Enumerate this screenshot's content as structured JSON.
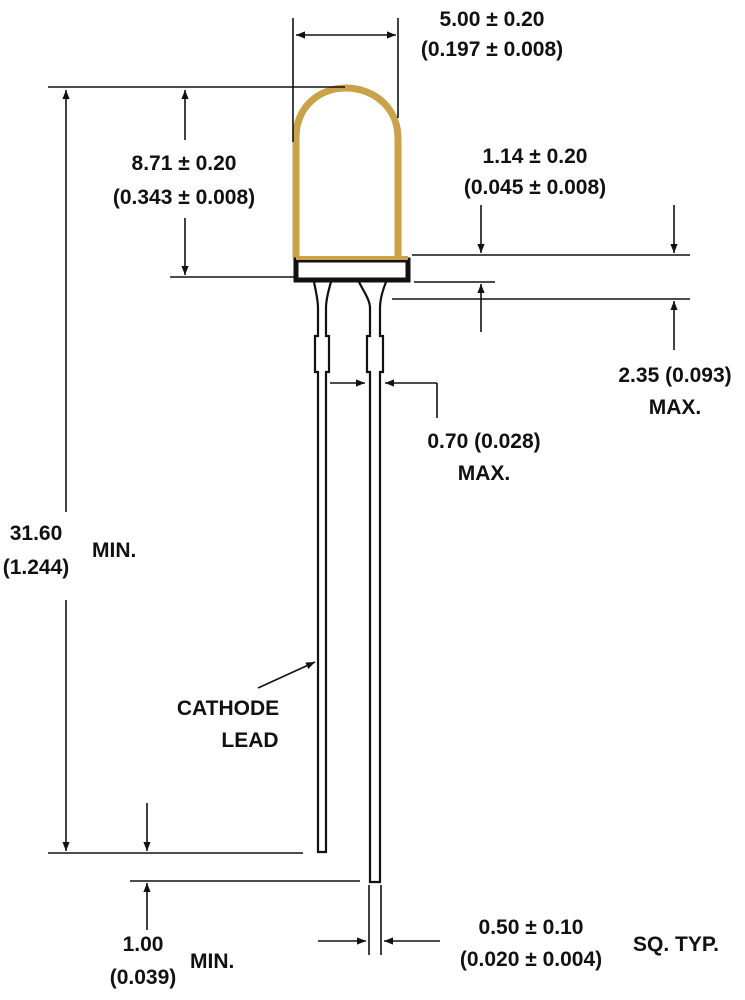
{
  "dimensions": {
    "body_width": {
      "metric": "5.00 ± 0.20",
      "inch": "(0.197 ± 0.008)"
    },
    "body_height": {
      "metric": "8.71 ± 0.20",
      "inch": "(0.343 ± 0.008)"
    },
    "flange_height": {
      "metric": "1.14 ± 0.20",
      "inch": "(0.045 ± 0.008)"
    },
    "standoff": {
      "metric": "2.35 (0.093)",
      "note": "MAX."
    },
    "lead_width_max": {
      "metric": "0.70 (0.028)",
      "note": "MAX."
    },
    "lead_length": {
      "metric": "31.60",
      "inch": "(1.244)",
      "note": "MIN."
    },
    "cathode_offset": {
      "metric": "1.00",
      "inch": "(0.039)",
      "note": "MIN."
    },
    "lead_square": {
      "metric": "0.50 ± 0.10",
      "inch": "(0.020 ± 0.004)",
      "note": "SQ. TYP."
    }
  },
  "labels": {
    "cathode_line1": "CATHODE",
    "cathode_line2": "LEAD"
  },
  "colors": {
    "body_outline": "#c9a24a",
    "ink": "#111111"
  }
}
